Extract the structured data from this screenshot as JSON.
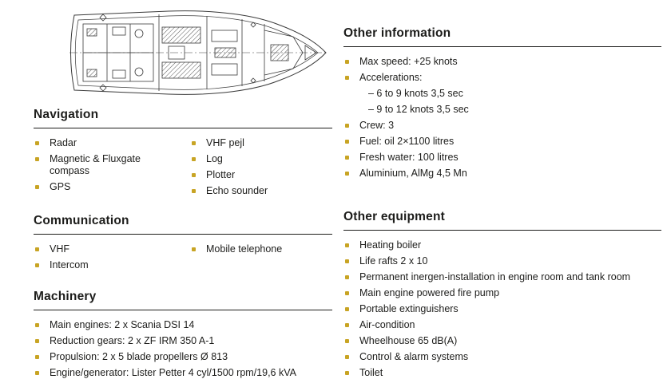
{
  "colors": {
    "bullet": "#c8a424",
    "text": "#1d1d1b",
    "rule": "#1d1d1b",
    "background": "#ffffff"
  },
  "drawing": {
    "name": "boat-deck-plan"
  },
  "sections": {
    "navigation": {
      "title": "Navigation",
      "col1": [
        "Radar",
        "Magnetic & Fluxgate compass",
        "GPS"
      ],
      "col2": [
        "VHF pejl",
        "Log",
        "Plotter",
        "Echo sounder"
      ]
    },
    "communication": {
      "title": "Communication",
      "col1": [
        "VHF",
        "Intercom"
      ],
      "col2": [
        "Mobile telephone"
      ]
    },
    "machinery": {
      "title": "Machinery",
      "items": [
        "Main engines: 2 x Scania DSI 14",
        "Reduction gears: 2 x ZF IRM 350 A-1",
        "Propulsion: 2 x 5 blade propellers Ø 813",
        "Engine/generator: Lister Petter 4 cyl/1500 rpm/19,6 kVA"
      ]
    },
    "other_information": {
      "title": "Other information",
      "items": [
        "Max speed: +25 knots",
        "Accelerations:",
        "Crew: 3",
        "Fuel: oil 2×1100 litres",
        "Fresh water: 100 litres",
        "Aluminium, AlMg 4,5 Mn"
      ],
      "sub_items": [
        "– 6 to 9 knots 3,5 sec",
        "– 9 to 12 knots 3,5 sec"
      ]
    },
    "other_equipment": {
      "title": "Other equipment",
      "items": [
        "Heating boiler",
        "Life rafts 2 x 10",
        "Permanent inergen-installation in engine room and tank room",
        "Main engine powered fire pump",
        "Portable extinguishers",
        "Air-condition",
        "Wheelhouse 65 dB(A)",
        "Control & alarm systems",
        "Toilet"
      ]
    }
  }
}
